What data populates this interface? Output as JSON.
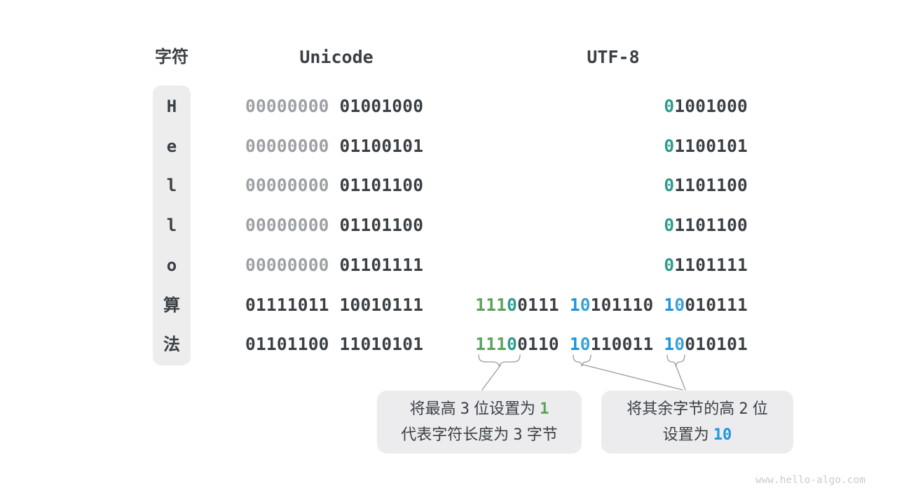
{
  "header": {
    "character": "字符",
    "unicode": "Unicode",
    "utf8": "UTF-8"
  },
  "colors": {
    "background": "#ffffff",
    "dark_text": "#3B4045",
    "gray_bits": "#9DA0A4",
    "teal_bit": "#2E9B8E",
    "green_bits": "#5CA35C",
    "blue_bit": "#1E96DC",
    "blue_zero_bit": "#3BA2D4",
    "pill_background": "#EDEDEE",
    "callout_background": "#ECECEE",
    "watermark": "#C9CBCD"
  },
  "rows": [
    {
      "char": "H",
      "unicode": [
        {
          "t": "00000000",
          "c": "gray"
        },
        {
          "t": " 01001000",
          "c": "dark"
        }
      ],
      "utf8": [
        {
          "t": "0",
          "c": "teal"
        },
        {
          "t": "1001000",
          "c": "dark"
        }
      ]
    },
    {
      "char": "e",
      "unicode": [
        {
          "t": "00000000",
          "c": "gray"
        },
        {
          "t": " 01100101",
          "c": "dark"
        }
      ],
      "utf8": [
        {
          "t": "0",
          "c": "teal"
        },
        {
          "t": "1100101",
          "c": "dark"
        }
      ]
    },
    {
      "char": "l",
      "unicode": [
        {
          "t": "00000000",
          "c": "gray"
        },
        {
          "t": " 01101100",
          "c": "dark"
        }
      ],
      "utf8": [
        {
          "t": "0",
          "c": "teal"
        },
        {
          "t": "1101100",
          "c": "dark"
        }
      ]
    },
    {
      "char": "l",
      "unicode": [
        {
          "t": "00000000",
          "c": "gray"
        },
        {
          "t": " 01101100",
          "c": "dark"
        }
      ],
      "utf8": [
        {
          "t": "0",
          "c": "teal"
        },
        {
          "t": "1101100",
          "c": "dark"
        }
      ]
    },
    {
      "char": "o",
      "unicode": [
        {
          "t": "00000000",
          "c": "gray"
        },
        {
          "t": " 01101111",
          "c": "dark"
        }
      ],
      "utf8": [
        {
          "t": "0",
          "c": "teal"
        },
        {
          "t": "1101111",
          "c": "dark"
        }
      ]
    },
    {
      "char": "算",
      "unicode": [
        {
          "t": "01111011 10010111",
          "c": "dark"
        }
      ],
      "utf8": [
        {
          "t": "111",
          "c": "green"
        },
        {
          "t": "0",
          "c": "teal"
        },
        {
          "t": "0111 ",
          "c": "dark"
        },
        {
          "t": "1",
          "c": "blue"
        },
        {
          "t": "0",
          "c": "blue0"
        },
        {
          "t": "101110 ",
          "c": "dark"
        },
        {
          "t": "1",
          "c": "blue"
        },
        {
          "t": "0",
          "c": "blue0"
        },
        {
          "t": "010111",
          "c": "dark"
        }
      ]
    },
    {
      "char": "法",
      "unicode": [
        {
          "t": "01101100 11010101",
          "c": "dark"
        }
      ],
      "utf8": [
        {
          "t": "111",
          "c": "green"
        },
        {
          "t": "0",
          "c": "teal"
        },
        {
          "t": "0110 ",
          "c": "dark"
        },
        {
          "t": "1",
          "c": "blue"
        },
        {
          "t": "0",
          "c": "blue0"
        },
        {
          "t": "110011 ",
          "c": "dark"
        },
        {
          "t": "1",
          "c": "blue"
        },
        {
          "t": "0",
          "c": "blue0"
        },
        {
          "t": "010101",
          "c": "dark"
        }
      ]
    }
  ],
  "callouts": {
    "left": {
      "line1": [
        {
          "t": "将最高 ",
          "c": "text"
        },
        {
          "t": "3",
          "c": "num"
        },
        {
          "t": " 位设置为 ",
          "c": "text"
        },
        {
          "t": "1",
          "c": "green-b"
        }
      ],
      "line2": [
        {
          "t": "代表字符长度为 ",
          "c": "text"
        },
        {
          "t": "3",
          "c": "num"
        },
        {
          "t": " 字节",
          "c": "text"
        }
      ]
    },
    "right": {
      "line1": [
        {
          "t": "将其余字节的高 ",
          "c": "text"
        },
        {
          "t": "2",
          "c": "num"
        },
        {
          "t": " 位",
          "c": "text"
        }
      ],
      "line2": [
        {
          "t": "设置为 ",
          "c": "text"
        },
        {
          "t": "10",
          "c": "blue-b"
        }
      ]
    }
  },
  "watermark": "www.hello-algo.com"
}
